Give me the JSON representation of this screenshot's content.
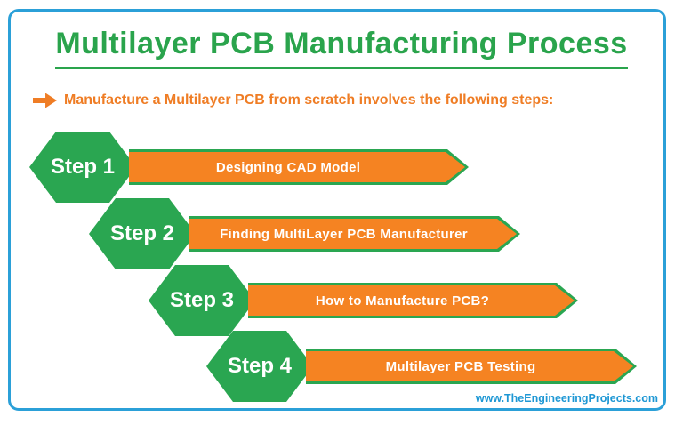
{
  "header": {
    "title": "Multilayer PCB Manufacturing Process"
  },
  "intro": {
    "icon": "right-arrow-icon",
    "text": "Manufacture a Multilayer PCB from scratch involves the following steps:"
  },
  "steps": [
    {
      "label": "Step 1",
      "title": "Designing CAD Model"
    },
    {
      "label": "Step 2",
      "title": "Finding MultiLayer PCB Manufacturer"
    },
    {
      "label": "Step 3",
      "title": "How to Manufacture PCB?"
    },
    {
      "label": "Step 4",
      "title": "Multilayer PCB Testing"
    }
  ],
  "footer": {
    "website": "www.TheEngineeringProjects.com"
  },
  "colors": {
    "green": "#2aa651",
    "orange": "#f58322",
    "intro_orange": "#ef7d25",
    "frame_blue": "#2ba0d8",
    "website_blue": "#1d97d4",
    "step_text": "#ffffff"
  }
}
